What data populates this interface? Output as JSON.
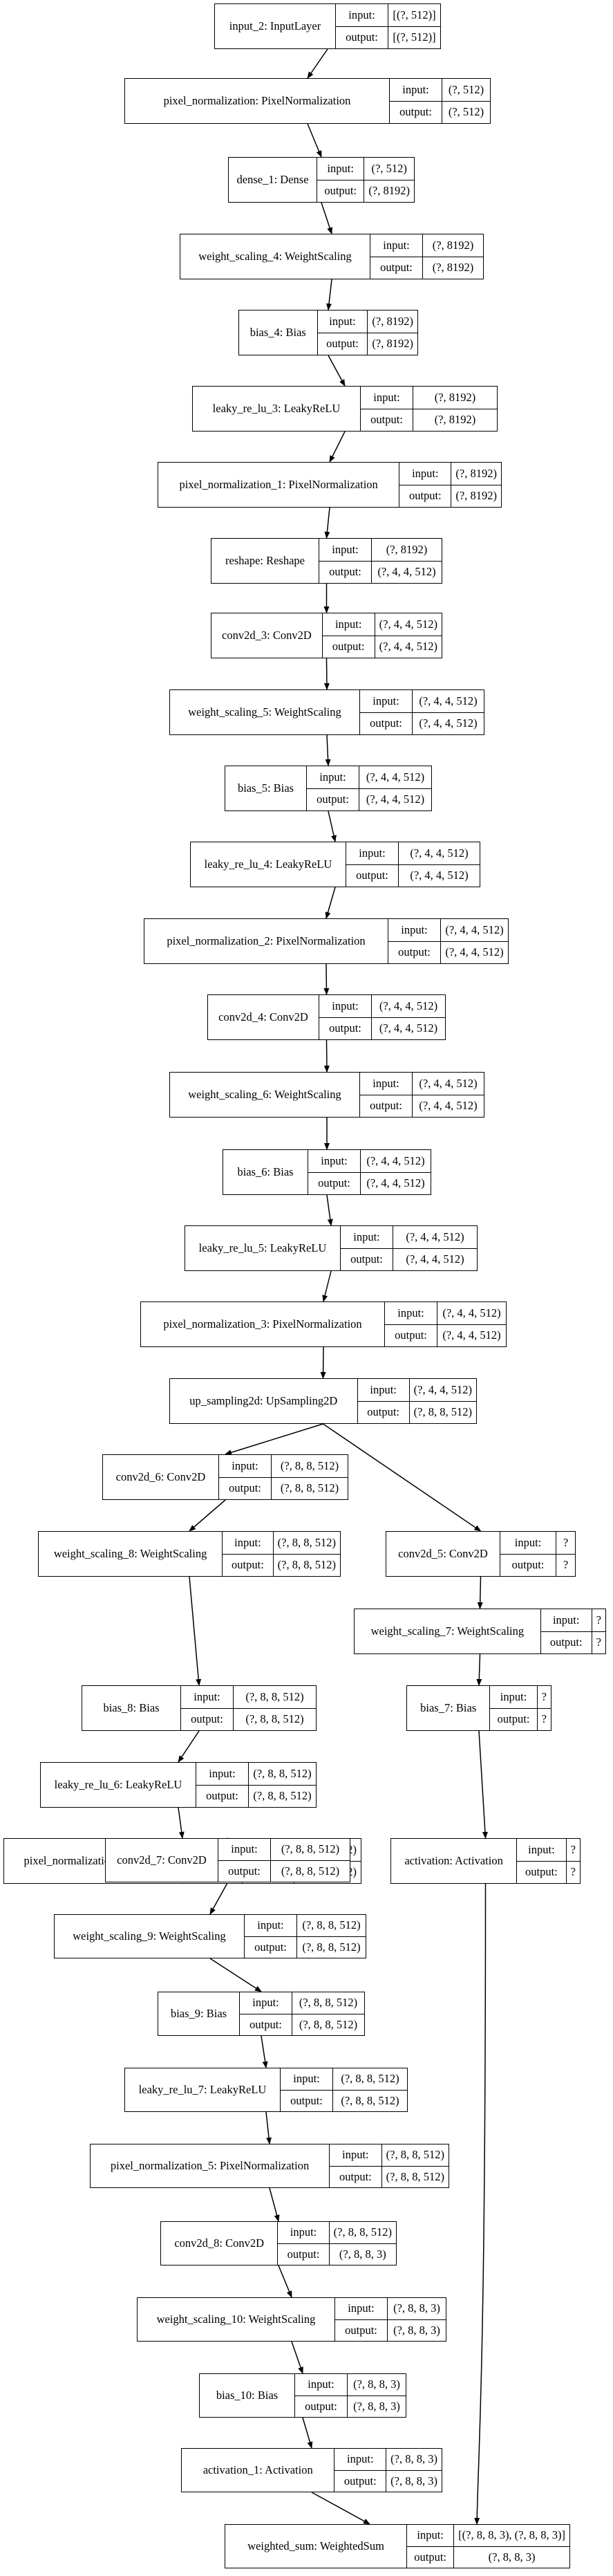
{
  "io_labels": {
    "input": "input:",
    "output": "output:"
  },
  "nodes": [
    {
      "id": "n0",
      "name": "input_2: InputLayer",
      "input": "[(?, 512)]",
      "output": "[(?, 512)]"
    },
    {
      "id": "n1",
      "name": "pixel_normalization: PixelNormalization",
      "input": "(?, 512)",
      "output": "(?, 512)"
    },
    {
      "id": "n2",
      "name": "dense_1: Dense",
      "input": "(?, 512)",
      "output": "(?, 8192)"
    },
    {
      "id": "n3",
      "name": "weight_scaling_4: WeightScaling",
      "input": "(?, 8192)",
      "output": "(?, 8192)"
    },
    {
      "id": "n4",
      "name": "bias_4: Bias",
      "input": "(?, 8192)",
      "output": "(?, 8192)"
    },
    {
      "id": "n5",
      "name": "leaky_re_lu_3: LeakyReLU",
      "input": "(?, 8192)",
      "output": "(?, 8192)"
    },
    {
      "id": "n6",
      "name": "pixel_normalization_1: PixelNormalization",
      "input": "(?, 8192)",
      "output": "(?, 8192)"
    },
    {
      "id": "n7",
      "name": "reshape: Reshape",
      "input": "(?, 8192)",
      "output": "(?, 4, 4, 512)"
    },
    {
      "id": "n8",
      "name": "conv2d_3: Conv2D",
      "input": "(?, 4, 4, 512)",
      "output": "(?, 4, 4, 512)"
    },
    {
      "id": "n9",
      "name": "weight_scaling_5: WeightScaling",
      "input": "(?, 4, 4, 512)",
      "output": "(?, 4, 4, 512)"
    },
    {
      "id": "n10",
      "name": "bias_5: Bias",
      "input": "(?, 4, 4, 512)",
      "output": "(?, 4, 4, 512)"
    },
    {
      "id": "n11",
      "name": "leaky_re_lu_4: LeakyReLU",
      "input": "(?, 4, 4, 512)",
      "output": "(?, 4, 4, 512)"
    },
    {
      "id": "n12",
      "name": "pixel_normalization_2: PixelNormalization",
      "input": "(?, 4, 4, 512)",
      "output": "(?, 4, 4, 512)"
    },
    {
      "id": "n13",
      "name": "conv2d_4: Conv2D",
      "input": "(?, 4, 4, 512)",
      "output": "(?, 4, 4, 512)"
    },
    {
      "id": "n14",
      "name": "weight_scaling_6: WeightScaling",
      "input": "(?, 4, 4, 512)",
      "output": "(?, 4, 4, 512)"
    },
    {
      "id": "n15",
      "name": "bias_6: Bias",
      "input": "(?, 4, 4, 512)",
      "output": "(?, 4, 4, 512)"
    },
    {
      "id": "n16",
      "name": "leaky_re_lu_5: LeakyReLU",
      "input": "(?, 4, 4, 512)",
      "output": "(?, 4, 4, 512)"
    },
    {
      "id": "n17",
      "name": "pixel_normalization_3: PixelNormalization",
      "input": "(?, 4, 4, 512)",
      "output": "(?, 4, 4, 512)"
    },
    {
      "id": "n18",
      "name": "up_sampling2d: UpSampling2D",
      "input": "(?, 4, 4, 512)",
      "output": "(?, 8, 8, 512)"
    },
    {
      "id": "n19",
      "name": "conv2d_6: Conv2D",
      "input": "(?, 8, 8, 512)",
      "output": "(?, 8, 8, 512)"
    },
    {
      "id": "n20",
      "name": "conv2d_5: Conv2D",
      "input": "?",
      "output": "?"
    },
    {
      "id": "n21",
      "name": "weight_scaling_8: WeightScaling",
      "input": "(?, 8, 8, 512)",
      "output": "(?, 8, 8, 512)"
    },
    {
      "id": "n22",
      "name": "weight_scaling_7: WeightScaling",
      "input": "?",
      "output": "?"
    },
    {
      "id": "n23",
      "name": "bias_8: Bias",
      "input": "(?, 8, 8, 512)",
      "output": "(?, 8, 8, 512)"
    },
    {
      "id": "n24",
      "name": "bias_7: Bias",
      "input": "?",
      "output": "?"
    },
    {
      "id": "n25",
      "name": "leaky_re_lu_6: LeakyReLU",
      "input": "(?, 8, 8, 512)",
      "output": "(?, 8, 8, 512)"
    },
    {
      "id": "n26",
      "name": "pixel_normalization_4: PixelNormalization",
      "input": "(?, 8, 8, 512)",
      "output": "(?, 8, 8, 512)"
    },
    {
      "id": "n27",
      "name": "activation: Activation",
      "input": "?",
      "output": "?"
    },
    {
      "id": "n28",
      "name": "conv2d_7: Conv2D",
      "input": "(?, 8, 8, 512)",
      "output": "(?, 8, 8, 512)"
    },
    {
      "id": "n29",
      "name": "weight_scaling_9: WeightScaling",
      "input": "(?, 8, 8, 512)",
      "output": "(?, 8, 8, 512)"
    },
    {
      "id": "n30",
      "name": "bias_9: Bias",
      "input": "(?, 8, 8, 512)",
      "output": "(?, 8, 8, 512)"
    },
    {
      "id": "n31",
      "name": "leaky_re_lu_7: LeakyReLU",
      "input": "(?, 8, 8, 512)",
      "output": "(?, 8, 8, 512)"
    },
    {
      "id": "n32",
      "name": "pixel_normalization_5: PixelNormalization",
      "input": "(?, 8, 8, 512)",
      "output": "(?, 8, 8, 512)"
    },
    {
      "id": "n33",
      "name": "conv2d_8: Conv2D",
      "input": "(?, 8, 8, 512)",
      "output": "(?, 8, 8, 3)"
    },
    {
      "id": "n34",
      "name": "weight_scaling_10: WeightScaling",
      "input": "(?, 8, 8, 3)",
      "output": "(?, 8, 8, 3)"
    },
    {
      "id": "n35",
      "name": "bias_10: Bias",
      "input": "(?, 8, 8, 3)",
      "output": "(?, 8, 8, 3)"
    },
    {
      "id": "n36",
      "name": "activation_1: Activation",
      "input": "(?, 8, 8, 3)",
      "output": "(?, 8, 8, 3)"
    },
    {
      "id": "n37",
      "name": "weighted_sum: WeightedSum",
      "input": "[(?, 8, 8, 3), (?, 8, 8, 3)]",
      "output": "(?, 8, 8, 3)"
    }
  ],
  "edges": [
    [
      "n0",
      "n1"
    ],
    [
      "n1",
      "n2"
    ],
    [
      "n2",
      "n3"
    ],
    [
      "n3",
      "n4"
    ],
    [
      "n4",
      "n5"
    ],
    [
      "n5",
      "n6"
    ],
    [
      "n6",
      "n7"
    ],
    [
      "n7",
      "n8"
    ],
    [
      "n8",
      "n9"
    ],
    [
      "n9",
      "n10"
    ],
    [
      "n10",
      "n11"
    ],
    [
      "n11",
      "n12"
    ],
    [
      "n12",
      "n13"
    ],
    [
      "n13",
      "n14"
    ],
    [
      "n14",
      "n15"
    ],
    [
      "n15",
      "n16"
    ],
    [
      "n16",
      "n17"
    ],
    [
      "n17",
      "n18"
    ],
    [
      "n18",
      "n19"
    ],
    [
      "n18",
      "n20"
    ],
    [
      "n19",
      "n21"
    ],
    [
      "n20",
      "n22"
    ],
    [
      "n21",
      "n23"
    ],
    [
      "n22",
      "n24"
    ],
    [
      "n23",
      "n25"
    ],
    [
      "n24",
      "n27"
    ],
    [
      "n25",
      "n26"
    ],
    [
      "n26",
      "n28"
    ],
    [
      "n28",
      "n29"
    ],
    [
      "n29",
      "n30"
    ],
    [
      "n30",
      "n31"
    ],
    [
      "n31",
      "n32"
    ],
    [
      "n32",
      "n33"
    ],
    [
      "n33",
      "n34"
    ],
    [
      "n34",
      "n35"
    ],
    [
      "n35",
      "n36"
    ],
    [
      "n36",
      "n37"
    ],
    [
      "n27",
      "n37"
    ]
  ]
}
